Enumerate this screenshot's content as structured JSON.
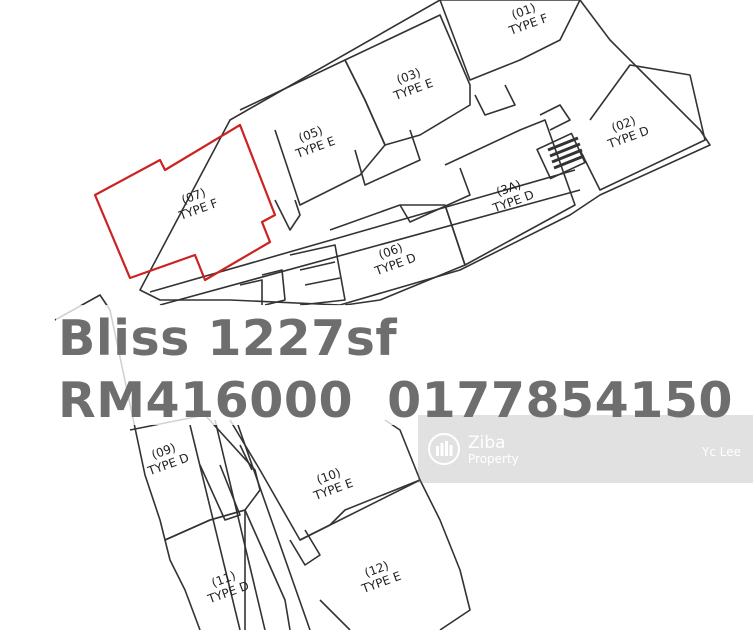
{
  "overlay": {
    "line1": "Bliss 1227sf",
    "price": "RM416000",
    "phone": "0177854150"
  },
  "watermark": {
    "brand": "Ziba",
    "brand_sub": "Property",
    "agent": "Yc Lee",
    "logo_icon": "building-icon"
  },
  "units": [
    {
      "no": "(01)",
      "type": "TYPE F"
    },
    {
      "no": "(02)",
      "type": "TYPE D"
    },
    {
      "no": "(03)",
      "type": "TYPE E"
    },
    {
      "no": "(05)",
      "type": "TYPE E"
    },
    {
      "no": "(07)",
      "type": "TYPE F"
    },
    {
      "no": "(3A)",
      "type": "TYPE D"
    },
    {
      "no": "(06)",
      "type": "TYPE D"
    },
    {
      "no": "(09)",
      "type": "TYPE D"
    },
    {
      "no": "(10)",
      "type": "TYPE E"
    },
    {
      "no": "(11)",
      "type": "TYPE D"
    },
    {
      "no": "(12)",
      "type": "TYPE E"
    }
  ],
  "colors": {
    "highlight": "#cc2222",
    "plan_line": "#333333",
    "overlay_text": "#6e6e6e"
  }
}
